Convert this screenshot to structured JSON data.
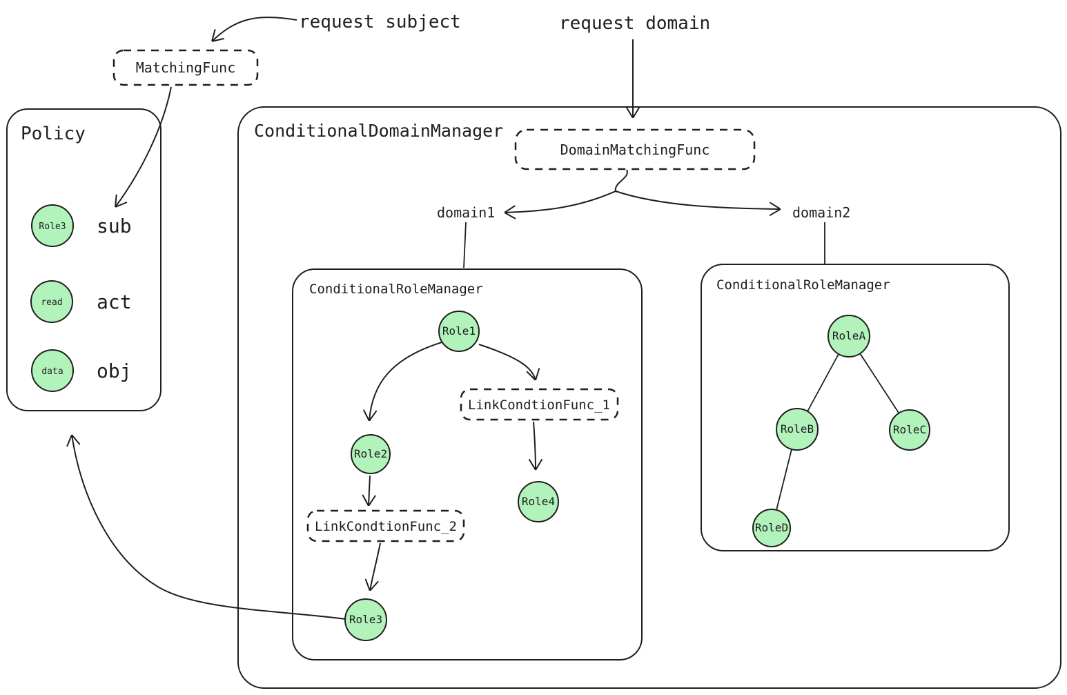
{
  "colors": {
    "stroke": "#1e1e1e",
    "node_fill": "#b2f2bb",
    "green_text": "#2f9e44",
    "blue_text": "#1971c2",
    "orange_text": "#f08c00"
  },
  "annotations": {
    "request_subject": "request subject",
    "request_domain": "request domain",
    "domain1": "domain1",
    "domain2": "domain2"
  },
  "matching_func": {
    "label": "MatchingFunc"
  },
  "policy": {
    "title": "Policy",
    "rows": [
      {
        "node": "Role3",
        "attr": "sub"
      },
      {
        "node": "read",
        "attr": "act"
      },
      {
        "node": "data",
        "attr": "obj"
      }
    ]
  },
  "conditional_domain_manager": {
    "title": "ConditionalDomainManager",
    "domain_matching_func": "DomainMatchingFunc",
    "domains": [
      "domain1",
      "domain2"
    ]
  },
  "role_manager_domain1": {
    "title": "ConditionalRoleManager",
    "nodes": [
      "Role1",
      "Role2",
      "Role3",
      "Role4"
    ],
    "funcs": [
      "LinkCondtionFunc_1",
      "LinkCondtionFunc_2"
    ],
    "edges": [
      {
        "from": "Role1",
        "to": "Role2"
      },
      {
        "from": "Role1",
        "to": "LinkCondtionFunc_1"
      },
      {
        "from": "LinkCondtionFunc_1",
        "to": "Role4"
      },
      {
        "from": "Role2",
        "to": "LinkCondtionFunc_2"
      },
      {
        "from": "LinkCondtionFunc_2",
        "to": "Role3"
      },
      {
        "from": "Role3",
        "to": "Policy"
      }
    ]
  },
  "role_manager_domain2": {
    "title": "ConditionalRoleManager",
    "nodes": [
      "RoleA",
      "RoleB",
      "RoleC",
      "RoleD"
    ],
    "edges": [
      {
        "from": "RoleA",
        "to": "RoleB"
      },
      {
        "from": "RoleA",
        "to": "RoleC"
      },
      {
        "from": "RoleB",
        "to": "RoleD"
      }
    ]
  }
}
